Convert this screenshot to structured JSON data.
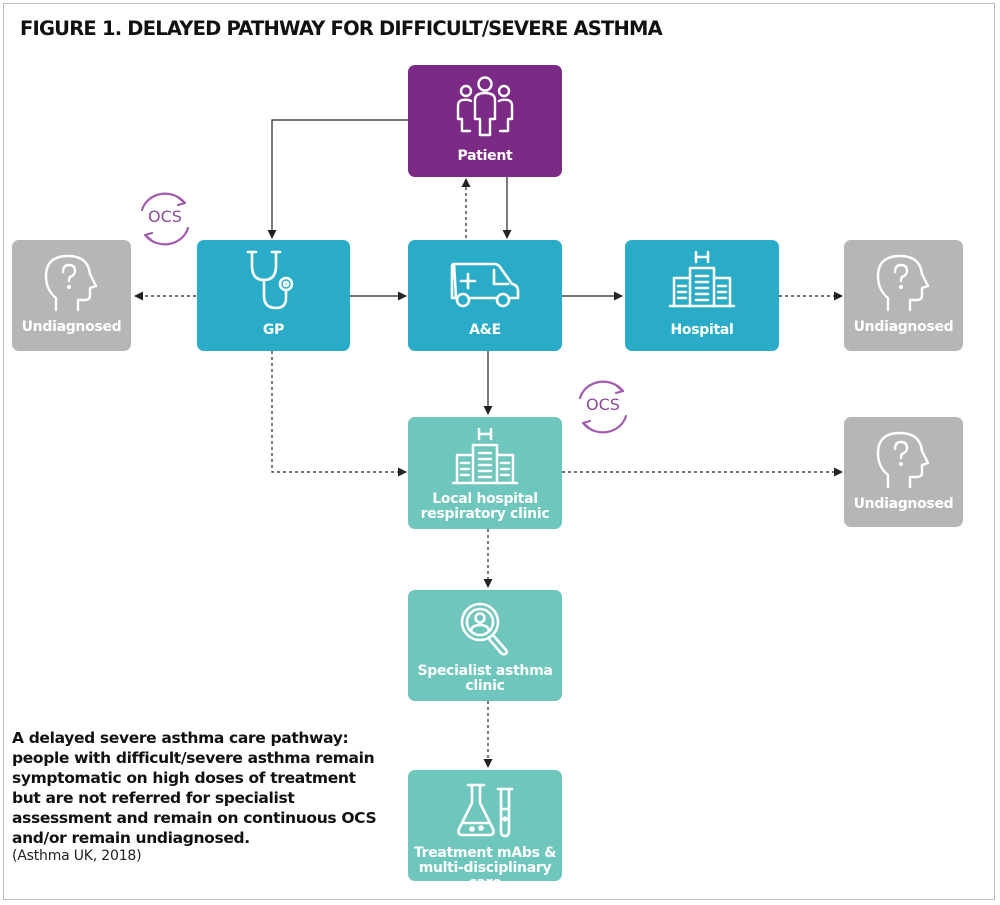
{
  "title": "FIGURE 1. DELAYED PATHWAY FOR DIFFICULT/SEVERE ASTHMA",
  "nodes": {
    "patient": "Patient",
    "gp": "GP",
    "ae": "A&E",
    "hospital": "Hospital",
    "undiagnosed_left": "Undiagnosed",
    "undiagnosed_right": "Undiagnosed",
    "undiagnosed_lower": "Undiagnosed",
    "local_clinic_line1": "Local hospital",
    "local_clinic_line2": "respiratory clinic",
    "specialist_line1": "Specialist asthma",
    "specialist_line2": "clinic",
    "treatment_line1": "Treatment mAbs &",
    "treatment_line2": "multi-disciplinary care"
  },
  "ocs_label": "OCS",
  "ocs_label_2": "OCS",
  "caption": "A delayed severe asthma care pathway: people with difficult/severe asthma remain symptomatic on high doses of treatment but are not referred for specialist assessment and remain on continuous OCS and/or remain undiagnosed.",
  "source": "(Asthma UK, 2018)",
  "colors": {
    "patient": "#7b2a86",
    "primary_care": "#2aacc9",
    "clinic": "#6fc6bd",
    "undiagnosed": "#b6b6b6",
    "ocs": "#a25aae"
  },
  "icons": {
    "patient": "people-group-icon",
    "gp": "stethoscope-icon",
    "ae": "ambulance-icon",
    "hospital": "hospital-building-icon",
    "undiagnosed": "head-question-icon",
    "specialist": "magnifier-person-icon",
    "treatment": "lab-flask-icon",
    "ocs": "cycle-arrows-icon"
  },
  "edges": [
    {
      "from": "patient",
      "to": "gp",
      "style": "solid"
    },
    {
      "from": "patient",
      "to": "ae",
      "style": "solid"
    },
    {
      "from": "ae",
      "to": "patient",
      "style": "dotted"
    },
    {
      "from": "gp",
      "to": "ae",
      "style": "solid"
    },
    {
      "from": "ae",
      "to": "hospital",
      "style": "solid"
    },
    {
      "from": "gp",
      "to": "undiagnosed_left",
      "style": "dotted"
    },
    {
      "from": "hospital",
      "to": "undiagnosed_right",
      "style": "dotted"
    },
    {
      "from": "ae",
      "to": "local_clinic",
      "style": "solid"
    },
    {
      "from": "gp",
      "to": "local_clinic",
      "style": "dotted"
    },
    {
      "from": "local_clinic",
      "to": "undiagnosed_lower",
      "style": "dotted"
    },
    {
      "from": "local_clinic",
      "to": "specialist",
      "style": "dotted"
    },
    {
      "from": "specialist",
      "to": "treatment",
      "style": "dotted"
    }
  ]
}
